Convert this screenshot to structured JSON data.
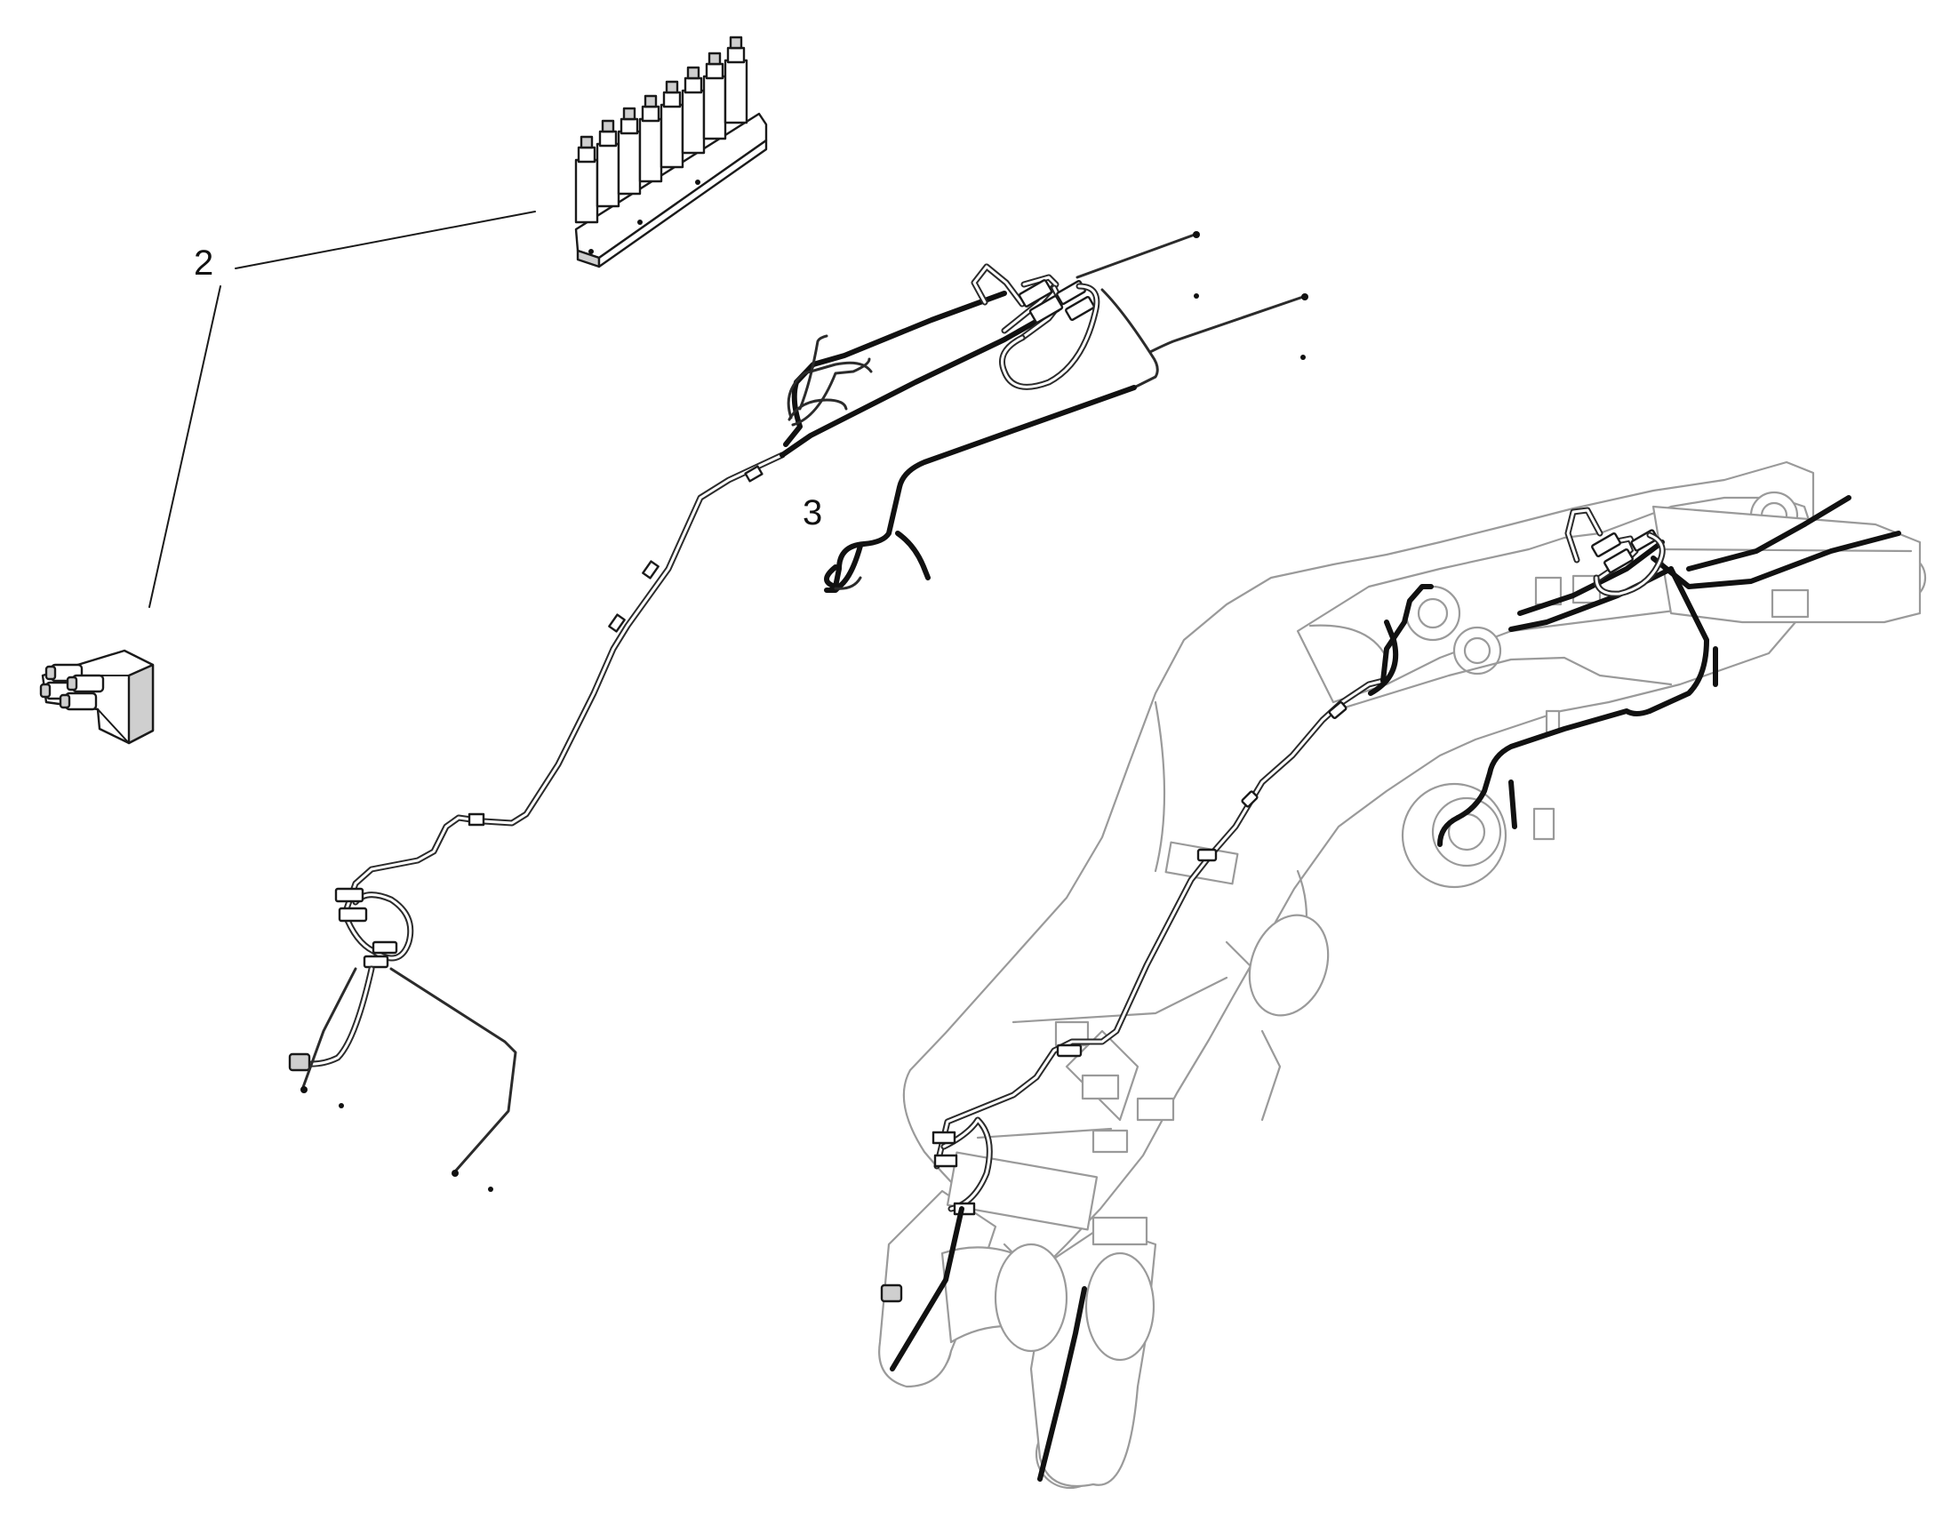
{
  "diagram": {
    "callouts": [
      {
        "id": "2",
        "label": "2"
      },
      {
        "id": "3",
        "label": "3"
      }
    ],
    "colors": {
      "line": "#1a1a1a",
      "boom_outline": "#9a9a9a",
      "background": "#ffffff"
    }
  }
}
